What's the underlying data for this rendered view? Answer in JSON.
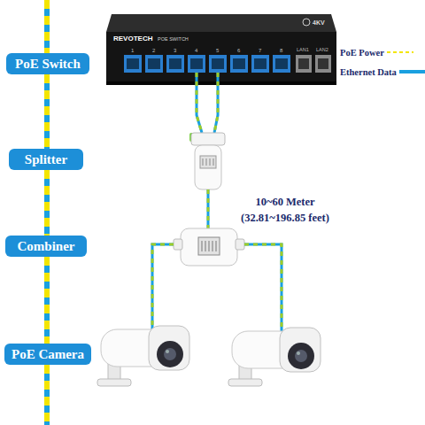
{
  "diagram": {
    "nodes": [
      {
        "text": [
          "PoE Switch"
        ]
      },
      {
        "text": [
          "Splitter"
        ]
      },
      {
        "text": [
          "Combiner"
        ]
      },
      {
        "text": [
          "PoE Camera"
        ]
      }
    ],
    "edges": [
      {
        "from": 0,
        "to": 1,
        "arrow": "none"
      },
      {
        "from": 1,
        "to": 2,
        "arrow": "none"
      },
      {
        "from": 2,
        "to": 3,
        "arrow": "none"
      }
    ],
    "labels": [
      "REVOTECH",
      "POE SWITCH",
      "1",
      "2",
      "3",
      "4",
      "5",
      "6",
      "7",
      "8",
      "4KV",
      "LAN1",
      "LAN2",
      "10~60 Meter",
      "(32.81~196.85 feet)"
    ],
    "legend": [
      {
        "text": "PoE Power"
      },
      {
        "text": "Ethernet Data"
      }
    ]
  }
}
